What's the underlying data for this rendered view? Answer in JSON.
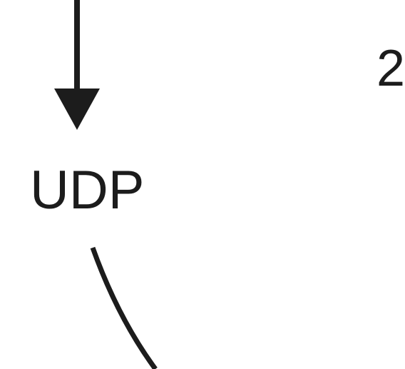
{
  "diagram": {
    "nodes": {
      "protocol_label": "UDP",
      "partial_label": "2"
    },
    "edges": [
      {
        "from": "above",
        "to": "UDP",
        "style": "arrow-down"
      },
      {
        "from": "UDP",
        "to": "below-right",
        "style": "curve"
      }
    ],
    "colors": {
      "stroke": "#1c1c1c",
      "text": "#1c1c1c",
      "background": "#ffffff"
    }
  }
}
